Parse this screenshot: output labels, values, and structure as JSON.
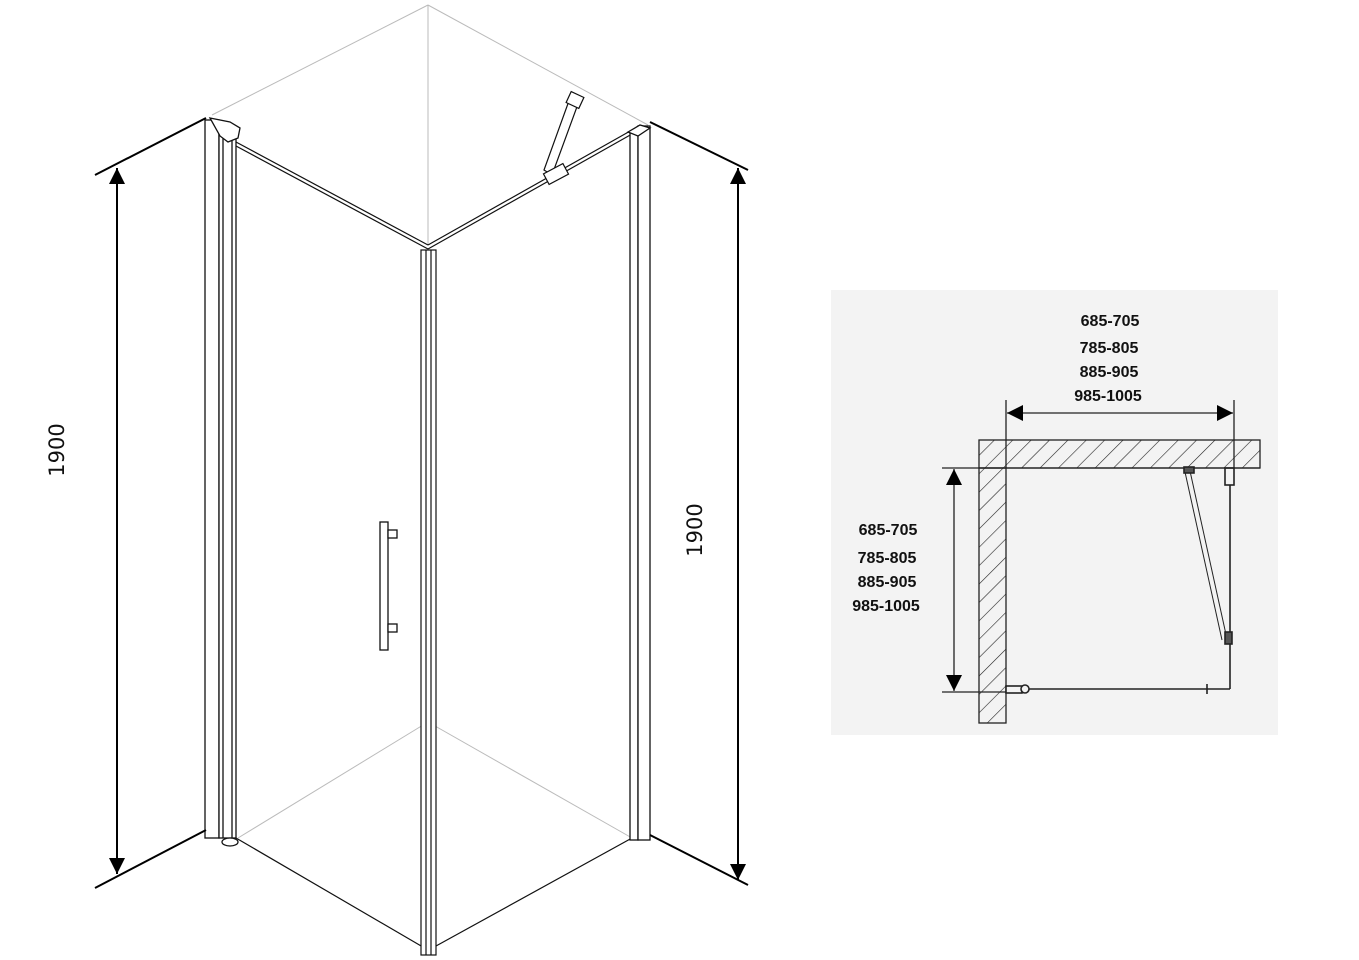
{
  "iso_view": {
    "height_left": "1900",
    "height_right": "1900"
  },
  "plan_view": {
    "width_options": [
      "685-705",
      "785-805",
      "885-905",
      "985-1005"
    ],
    "depth_options": [
      "685-705",
      "785-805",
      "885-905",
      "985-1005"
    ],
    "background": "#f3f3f3"
  }
}
